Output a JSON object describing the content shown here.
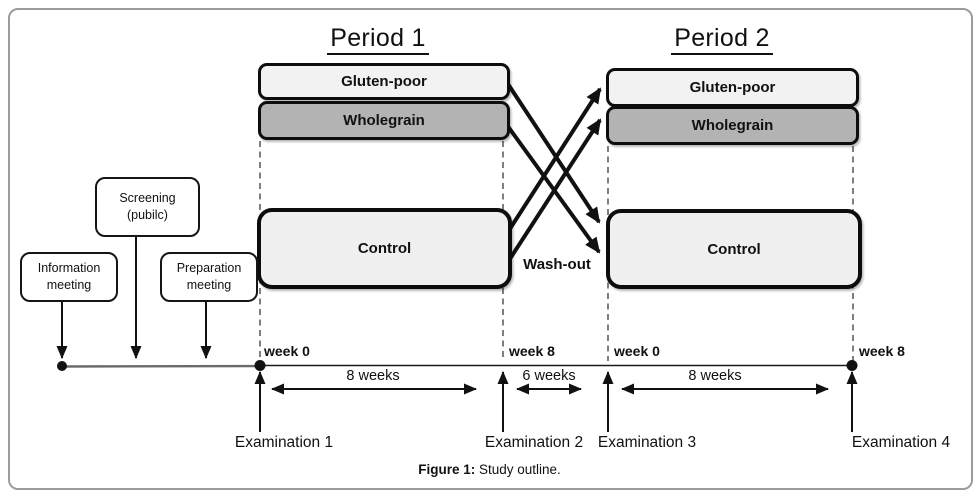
{
  "colors": {
    "arm_light": "#f2f2f2",
    "arm_medium": "#b3b3b3",
    "control_fill": "#f0f0f0",
    "outline": "#0d0d0d",
    "frame_border": "#9c9c9c"
  },
  "periods": [
    {
      "title": "Period 1",
      "arms": [
        "Gluten-poor",
        "Wholegrain",
        "Control"
      ]
    },
    {
      "title": "Period 2",
      "arms": [
        "Gluten-poor",
        "Wholegrain",
        "Control"
      ]
    }
  ],
  "pre_study_events": [
    {
      "label": "Information\nmeeting"
    },
    {
      "label": "Screening\n(pubilc)"
    },
    {
      "label": "Preparation\nmeeting"
    }
  ],
  "washout_label": "Wash-out",
  "timeline": {
    "week_marks": [
      "week 0",
      "week 8",
      "week 0",
      "week 8"
    ],
    "durations": [
      "8 weeks",
      "6 weeks",
      "8 weeks"
    ],
    "examinations": [
      "Examination 1",
      "Examination 2",
      "Examination 3",
      "Examination 4"
    ]
  },
  "caption": {
    "label": "Figure 1:",
    "text": "Study outline."
  }
}
